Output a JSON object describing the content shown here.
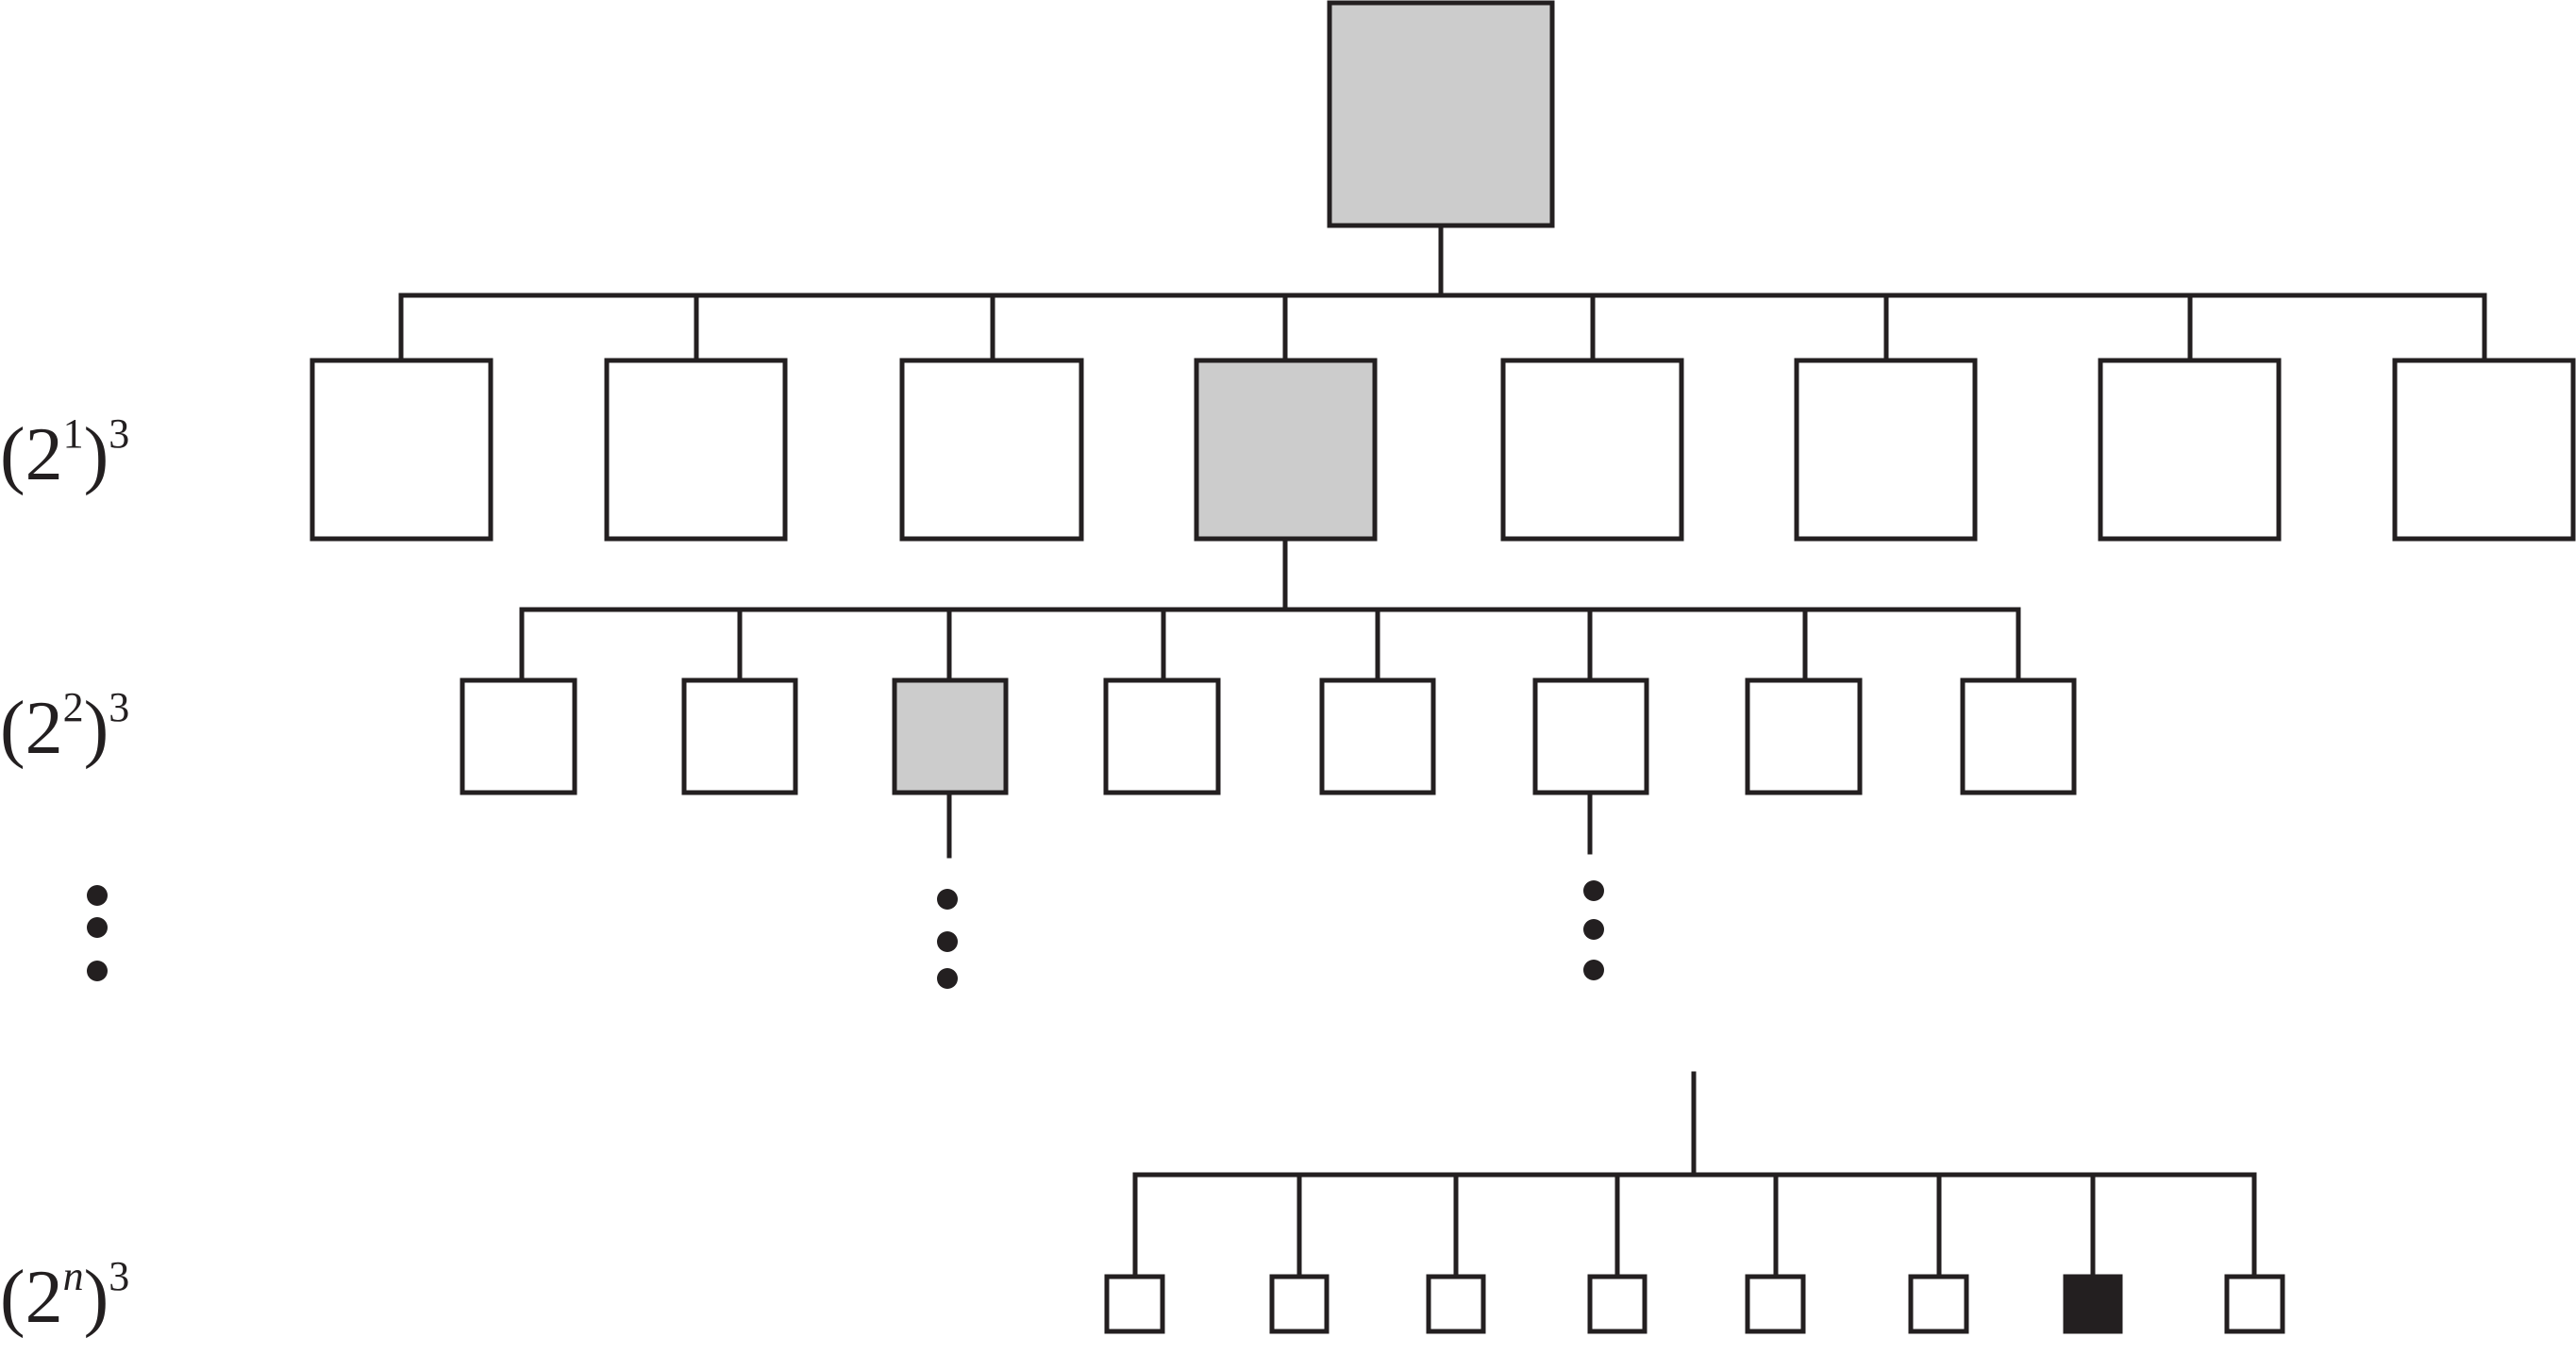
{
  "diagram": {
    "colors": {
      "stroke": "#231f20",
      "highlight_fill": "#cccccc",
      "target_fill": "#231f20",
      "empty_fill": "#ffffff"
    },
    "levels": [
      {
        "base": "(2",
        "exponent": "1",
        "exponent_italic": false,
        "close": ")",
        "power": "3"
      },
      {
        "base": "(2",
        "exponent": "2",
        "exponent_italic": false,
        "close": ")",
        "power": "3"
      },
      {
        "base": "(2",
        "exponent": "n",
        "exponent_italic": true,
        "close": ")",
        "power": "3"
      }
    ],
    "root": {
      "highlighted": true
    },
    "level_1_children": [
      {
        "state": "empty"
      },
      {
        "state": "empty"
      },
      {
        "state": "empty"
      },
      {
        "state": "highlighted"
      },
      {
        "state": "empty"
      },
      {
        "state": "empty"
      },
      {
        "state": "empty"
      },
      {
        "state": "empty"
      }
    ],
    "level_2_children": [
      {
        "state": "empty"
      },
      {
        "state": "empty"
      },
      {
        "state": "highlighted"
      },
      {
        "state": "empty"
      },
      {
        "state": "empty"
      },
      {
        "state": "empty"
      },
      {
        "state": "empty"
      },
      {
        "state": "empty"
      }
    ],
    "level_n_children": [
      {
        "state": "empty"
      },
      {
        "state": "empty"
      },
      {
        "state": "empty"
      },
      {
        "state": "empty"
      },
      {
        "state": "empty"
      },
      {
        "state": "empty"
      },
      {
        "state": "target"
      },
      {
        "state": "empty"
      }
    ]
  }
}
